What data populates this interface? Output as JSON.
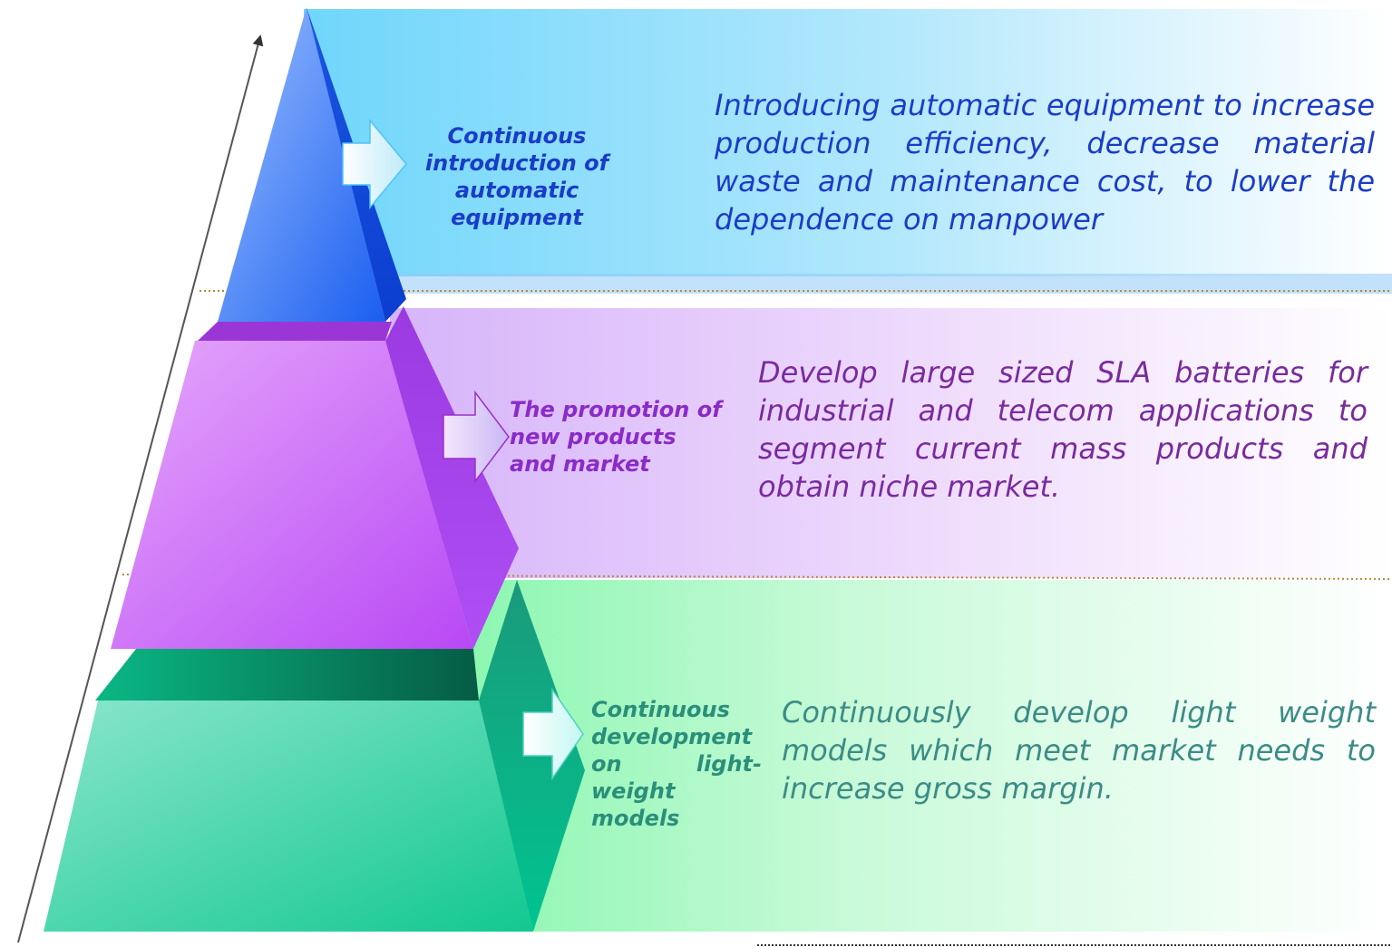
{
  "tiers": [
    {
      "title": "Continuous introduction of automatic equipment",
      "description": "Introducing automatic equipment to increase production efficiency, decrease material waste and maintenance cost, to lower the dependence on manpower",
      "color": "#3a6cf0"
    },
    {
      "title": "The promotion of new products and market",
      "description": "Develop large sized SLA batteries for industrial and telecom applications to segment current mass products and obtain niche market.",
      "color": "#b04ef0"
    },
    {
      "title": "Continuous development on light-weight models",
      "description": "Continuously develop light weight models which meet market needs to increase gross margin.",
      "color": "#1ec890"
    }
  ]
}
